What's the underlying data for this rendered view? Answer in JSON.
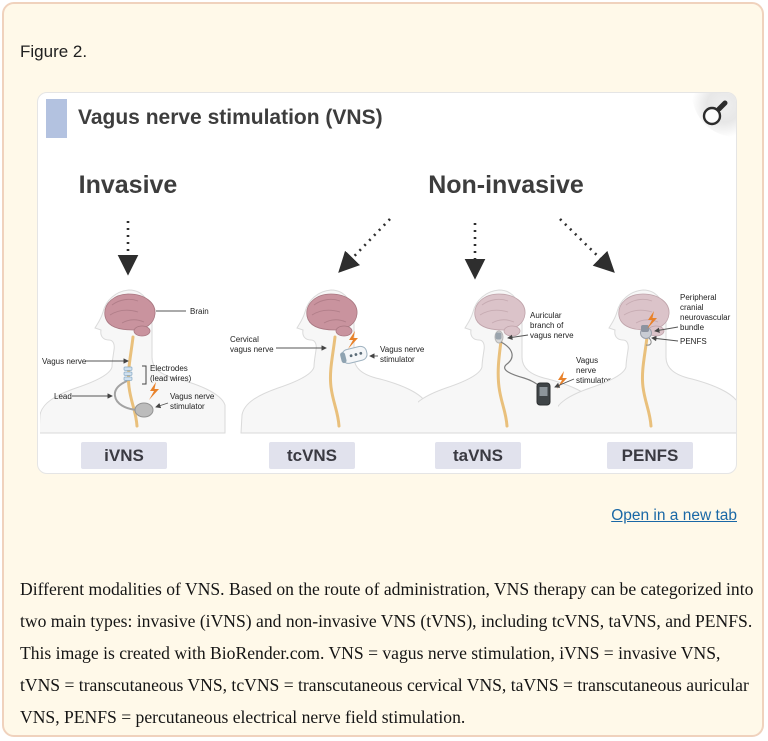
{
  "page": {
    "figure_label": "Figure 2.",
    "open_link": "Open in a new tab",
    "caption": "Different modalities of VNS. Based on the route of administration, VNS therapy can be categorized into two main types: invasive (iVNS) and non-invasive VNS (tVNS), including tcVNS, taVNS, and PENFS. This image is created with BioRender.com. VNS = vagus nerve stimulation, iVNS = invasive VNS, tVNS = transcutaneous VNS, tcVNS = transcutaneous cervical VNS, taVNS = transcutaneous auricular VNS, PENFS = percutaneous electrical nerve field stimulation."
  },
  "figure": {
    "title": "Vagus nerve stimulation (VNS)",
    "headings": {
      "invasive": "Invasive",
      "noninvasive": "Non-invasive"
    },
    "panels": [
      {
        "box_label": "iVNS",
        "labels": {
          "brain": "Brain",
          "vagus_nerve": "Vagus nerve",
          "electrodes_1": "Electrodes",
          "electrodes_2": "(lead wires)",
          "lead": "Lead",
          "stim_1": "Vagus nerve",
          "stim_2": "stimulator"
        }
      },
      {
        "box_label": "tcVNS",
        "labels": {
          "cervical_1": "Cervical",
          "cervical_2": "vagus nerve",
          "stim_1": "Vagus nerve",
          "stim_2": "stimulator"
        }
      },
      {
        "box_label": "taVNS",
        "labels": {
          "auricular_1": "Auricular",
          "auricular_2": "branch of",
          "auricular_3": "vagus nerve",
          "stim_1": "Vagus",
          "stim_2": "nerve",
          "stim_3": "stimulator"
        }
      },
      {
        "box_label": "PENFS",
        "labels": {
          "bundle_1": "Peripheral",
          "bundle_2": "cranial",
          "bundle_3": "neurovascular",
          "bundle_4": "bundle",
          "penfs": "PENFS"
        }
      }
    ]
  },
  "colors": {
    "page_bg": "#fff9e9",
    "page_border": "#f0d2bd",
    "title_square": "#b3c2e0",
    "label_box_bg": "#e1e2ed",
    "link": "#1a68a6",
    "lightning": "#e8822b",
    "brain_dark": "#c9939e",
    "brain_light": "#dbc3c9",
    "nerve": "#e9c07c",
    "heading_color": "#3d3d3d"
  }
}
